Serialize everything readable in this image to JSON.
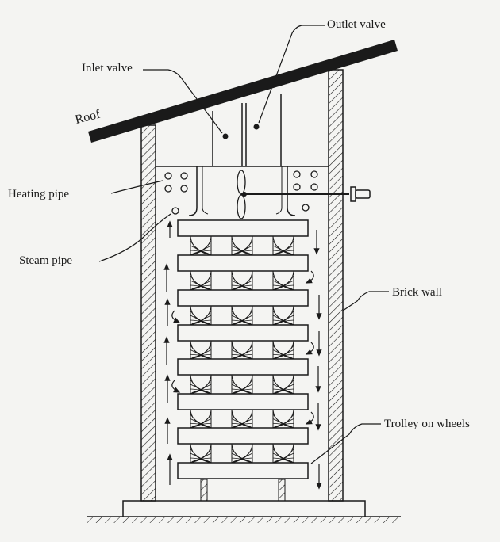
{
  "labels": {
    "outlet_valve": "Outlet valve",
    "inlet_valve": "Inlet valve",
    "roof": "Roof",
    "heating_pipe": "Heating pipe",
    "steam_pipe": "Steam pipe",
    "brick_wall": "Brick wall",
    "trolley": "Trolley on wheels"
  },
  "colors": {
    "ink": "#1a1a1a",
    "paper": "#f4f4f2"
  }
}
